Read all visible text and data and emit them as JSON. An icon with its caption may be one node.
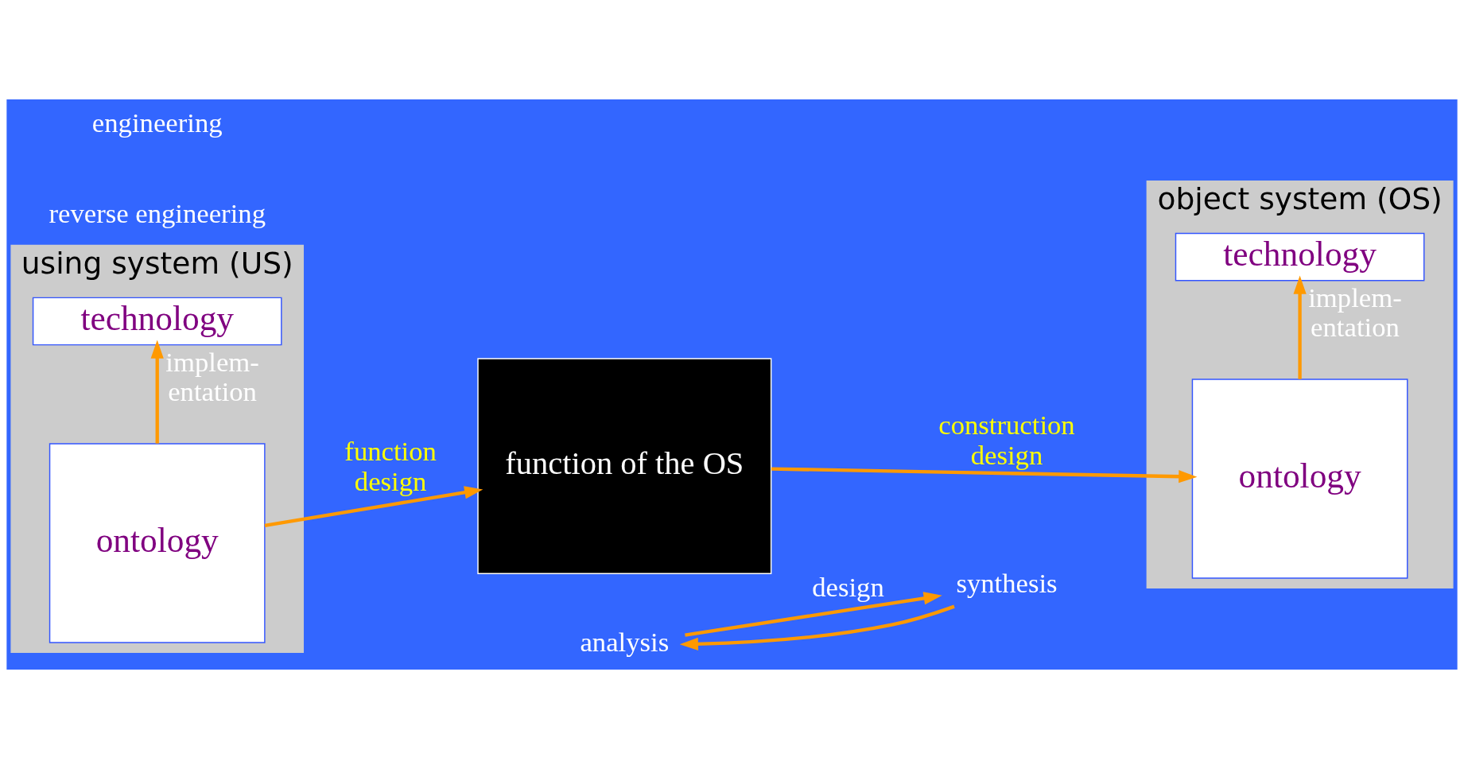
{
  "diagram": {
    "nodes": [
      {
        "text": [
          "using system (US)"
        ]
      },
      {
        "text": [
          "ontology"
        ],
        "in": 0
      },
      {
        "text": [
          "technology"
        ],
        "in": 0
      },
      {
        "text": [
          "function of the OS"
        ]
      },
      {
        "text": [
          "object system (OS)"
        ]
      },
      {
        "text": [
          "ontology"
        ],
        "in": 4
      },
      {
        "text": [
          "technology"
        ],
        "in": 4
      },
      {
        "text": [
          "analysis"
        ]
      },
      {
        "text": [
          "synthesis"
        ]
      }
    ],
    "edges": [
      {
        "from": 1,
        "to": 3,
        "arrow": "to",
        "label": "function design"
      },
      {
        "from": 3,
        "to": 5,
        "arrow": "to",
        "label": "construction design"
      },
      {
        "from": 7,
        "to": 8,
        "arrow": "to",
        "label": "design"
      },
      {
        "from": 8,
        "to": 7,
        "arrow": "to"
      },
      {
        "from": 1,
        "to": 2,
        "arrow": "to",
        "label": "implem- entation"
      },
      {
        "from": 5,
        "to": 6,
        "arrow": "to",
        "label": "implem- entation"
      }
    ],
    "labels": [
      "reverse engineering",
      "engineering"
    ]
  }
}
